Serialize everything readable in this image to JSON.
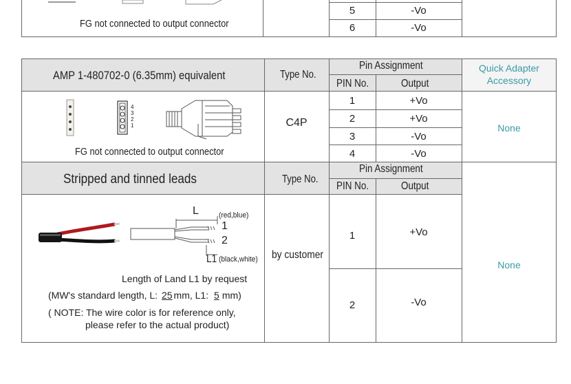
{
  "top_section": {
    "caption": "FG not connected to output connector",
    "rows": [
      {
        "pin": "5",
        "output": "-Vo"
      },
      {
        "pin": "6",
        "output": "-Vo"
      }
    ]
  },
  "amp_section": {
    "title": "AMP  1-480702-0 (6.35mm) equivalent",
    "type_header": "Type No.",
    "pin_assignment_header": "Pin Assignment",
    "pin_no_header": "PIN No.",
    "output_header": "Output",
    "adapter_header_line1": "Quick Adapter",
    "adapter_header_line2": "Accessory",
    "type_value": "C4P",
    "adapter_value": "None",
    "caption": "FG not connected to output connector",
    "connector_pin_labels": [
      "4",
      "3",
      "2",
      "1"
    ],
    "rows": [
      {
        "pin": "1",
        "output": "+Vo"
      },
      {
        "pin": "2",
        "output": "+Vo"
      },
      {
        "pin": "3",
        "output": "-Vo"
      },
      {
        "pin": "4",
        "output": "-Vo"
      }
    ]
  },
  "leads_section": {
    "title": "Stripped and tinned leads",
    "type_header": "Type No.",
    "pin_assignment_header": "Pin Assignment",
    "pin_no_header": "PIN No.",
    "output_header": "Output",
    "type_value": "by customer",
    "adapter_value": "None",
    "diagram": {
      "label_L": "L",
      "label_L1": "L1",
      "wire1_num": "1",
      "wire2_num": "2",
      "wire1_color": "(red,blue)",
      "wire2_color": "(black,white)"
    },
    "note_land": "Length of Land L1 by request",
    "std_prefix": "(MW's standard length, L: ",
    "std_L": "25",
    "std_mid": "mm,  L1: ",
    "std_L1": "5",
    "std_suffix": "mm)",
    "note_wire_line1": "( NOTE: The wire color is for reference only,",
    "note_wire_line2": "please refer to the actual product)",
    "rows": [
      {
        "pin": "1",
        "output": "+Vo"
      },
      {
        "pin": "2",
        "output": "-Vo"
      }
    ]
  }
}
